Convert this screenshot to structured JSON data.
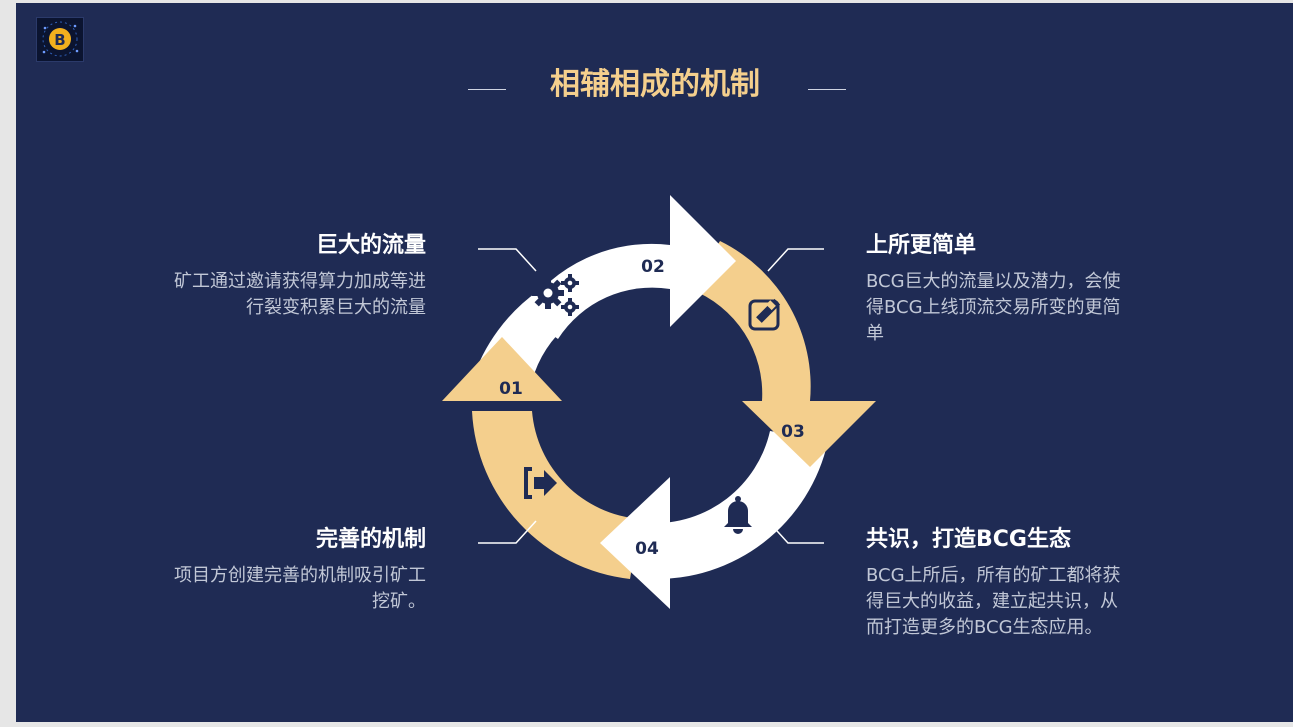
{
  "title": "相辅相成的机制",
  "logo": {
    "icon": "bitcoin-logo-icon"
  },
  "colors": {
    "background": "#1f2b54",
    "accent": "#f4cf8d",
    "white": "#ffffff"
  },
  "cycle": [
    {
      "num": "01",
      "icon": "gears-icon"
    },
    {
      "num": "02",
      "icon": "edit-icon"
    },
    {
      "num": "03",
      "icon": "bell-icon"
    },
    {
      "num": "04",
      "icon": "sign-in-icon"
    }
  ],
  "blocks": {
    "top_left": {
      "heading": "巨大的流量",
      "text": "矿工通过邀请获得算力加成等进行裂变积累巨大的流量"
    },
    "top_right": {
      "heading": "上所更简单",
      "text": "BCG巨大的流量以及潜力，会使得BCG上线顶流交易所变的更简单"
    },
    "bottom_left": {
      "heading": "完善的机制",
      "text": "项目方创建完善的机制吸引矿工挖矿。"
    },
    "bottom_right": {
      "heading": "共识，打造BCG生态",
      "text": "BCG上所后，所有的矿工都将获得巨大的收益，建立起共识，从而打造更多的BCG生态应用。"
    }
  }
}
